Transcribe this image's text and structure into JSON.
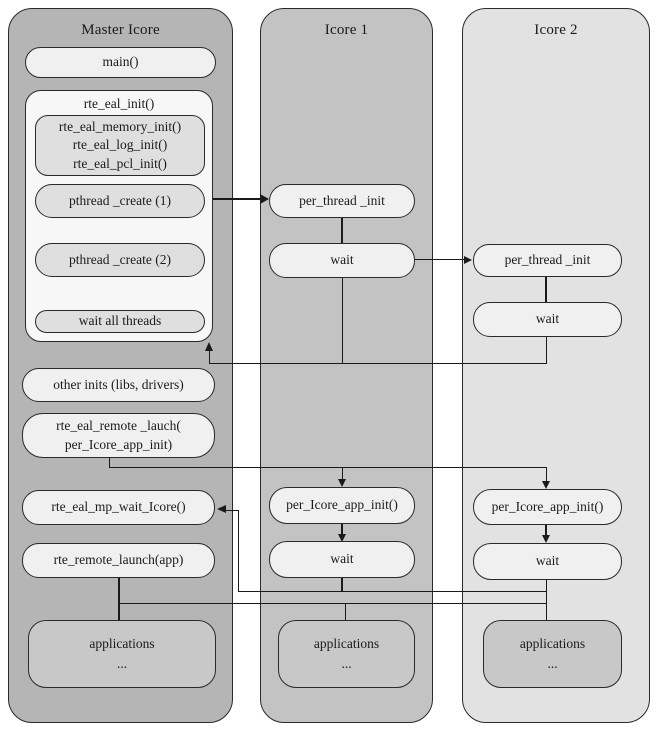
{
  "colors": {
    "master_column": "#b5b5b5",
    "icore1_column": "#c3c3c3",
    "icore2_column": "#e2e2e2",
    "light_box": "#f0f0f0",
    "inner_panel": "#f7f7f7",
    "inner_box": "#dfdfdf",
    "applications_box": "#c8c8c8",
    "line": "#1a1a1a"
  },
  "columns": [
    {
      "id": "master",
      "title": "Master Icore"
    },
    {
      "id": "icore1",
      "title": "Icore 1"
    },
    {
      "id": "icore2",
      "title": "Icore 2"
    }
  ],
  "master": {
    "main": "main()",
    "eal_init_title": "rte_eal_init()",
    "mem_init_line1": "rte_eal_memory_init()",
    "mem_init_line2": "rte_eal_log_init()",
    "mem_init_line3": "rte_eal_pcl_init()",
    "pthread_create_1": "pthread _create (1)",
    "pthread_create_2": "pthread _create (2)",
    "wait_all_threads": "wait all threads",
    "other_inits": "other inits (libs, drivers)",
    "remote_lauch_line1": "rte_eal_remote _lauch(",
    "remote_lauch_line2": "per_Icore_app_init)",
    "mp_wait": "rte_eal_mp_wait_Icore()",
    "remote_launch_app": "rte_remote_launch(app)",
    "applications": "applications",
    "applications_ellipsis": "..."
  },
  "icore1": {
    "per_thread_init": "per_thread _init",
    "wait_top": "wait",
    "per_icore_app_init": "per_Icore_app_init()",
    "wait_bottom": "wait",
    "applications": "applications",
    "applications_ellipsis": "..."
  },
  "icore2": {
    "per_thread_init": "per_thread _init",
    "wait_top": "wait",
    "per_icore_app_init": "per_Icore_app_init()",
    "wait_bottom": "wait",
    "applications": "applications",
    "applications_ellipsis": "..."
  }
}
